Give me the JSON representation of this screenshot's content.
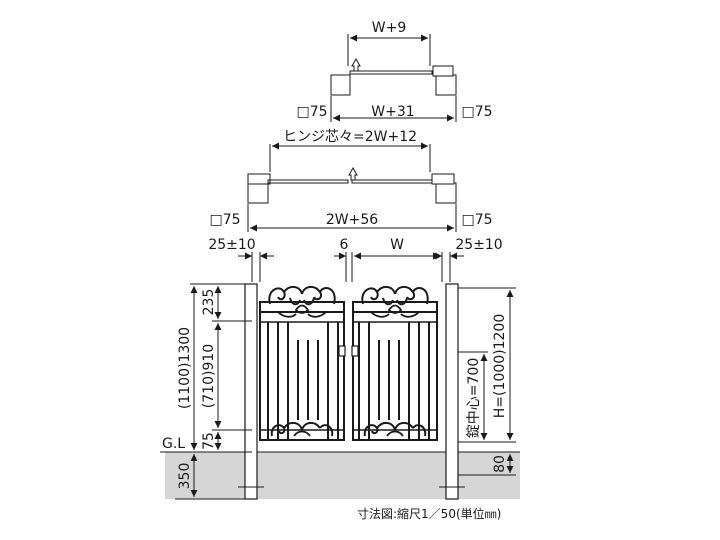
{
  "top_plan": {
    "top_width": "W+9",
    "post_left": "□75",
    "post_right": "□75",
    "bottom_width": "W+31"
  },
  "mid_plan": {
    "hinge_center": "ヒンジ芯々=2W+12",
    "post_left": "□75",
    "post_right": "□75",
    "bottom_width": "2W+56"
  },
  "elevation": {
    "gap_left": "25±10",
    "center_gap": "6",
    "leaf_width": "W",
    "gap_right": "25±10",
    "left_total": "(1100)1300",
    "left_top": "235",
    "left_mid": "(710)910",
    "left_bottom": "75",
    "ground_label": "G.L",
    "foundation_depth": "350",
    "lock_center": "錠中心=700",
    "height": "H=(1000)1200",
    "post_embed": "80"
  },
  "caption": "寸法図:縮尺1／50(単位㎜)",
  "colors": {
    "line": "#1a1a1a",
    "ground": "#d6d6d6"
  }
}
